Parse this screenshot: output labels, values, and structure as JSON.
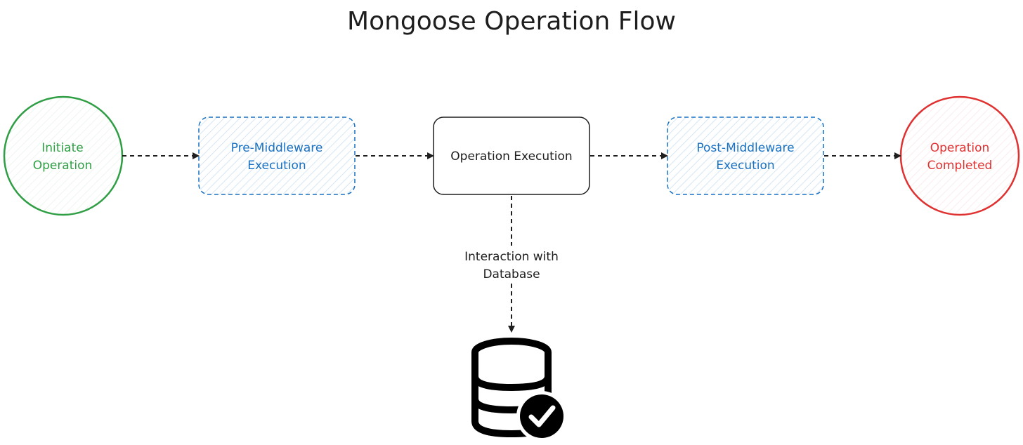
{
  "title": "Mongoose Operation Flow",
  "colors": {
    "start": "#2f9e44",
    "middleware": "#1971c2",
    "middleware_fill": "#e7f1fa",
    "end": "#e03131",
    "ink": "#1e1e1e"
  },
  "nodes": {
    "initiate": {
      "line1": "Initiate",
      "line2": "Operation"
    },
    "pre_middleware": {
      "line1": "Pre-Middleware",
      "line2": "Execution"
    },
    "operation_execution": {
      "label": "Operation Execution"
    },
    "post_middleware": {
      "line1": "Post-Middleware",
      "line2": "Execution"
    },
    "completed": {
      "line1": "Operation",
      "line2": "Completed"
    }
  },
  "edges": {
    "db_label_line1": "Interaction with",
    "db_label_line2": "Database"
  },
  "icons": {
    "database": "database-check-icon"
  }
}
